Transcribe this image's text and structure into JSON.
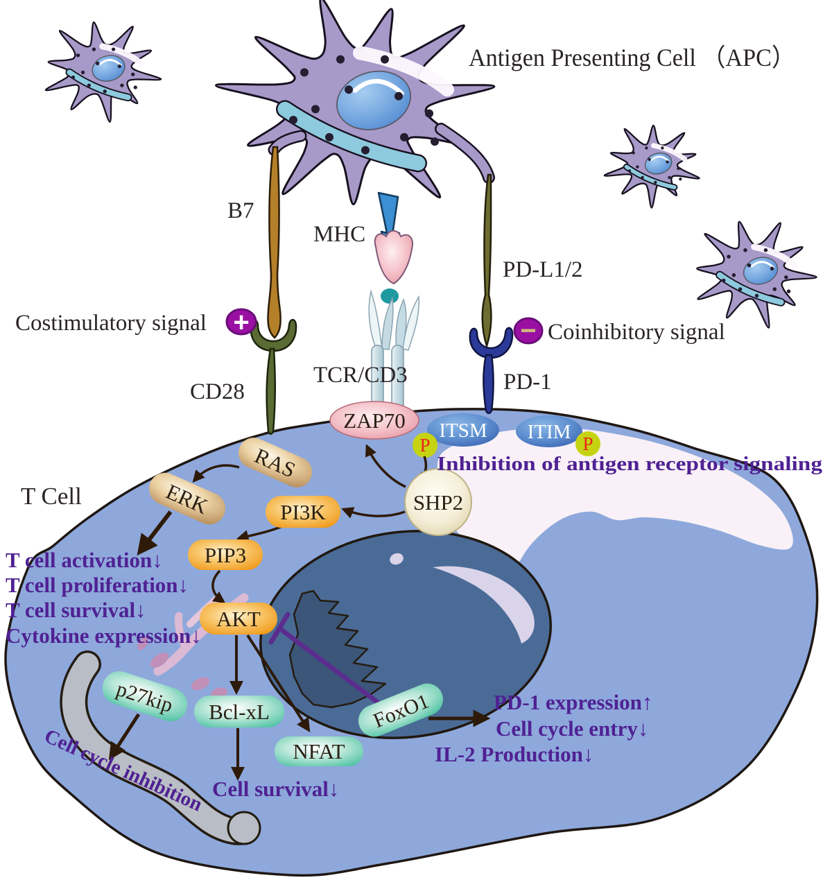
{
  "title": "Antigen Presenting Cell （APC）",
  "labels": {
    "b7": "B7",
    "mhc": "MHC",
    "tcr_cd3": "TCR/CD3",
    "cd28": "CD28",
    "pd_l12": "PD-L1/2",
    "pd_1": "PD-1",
    "t_cell": "T  Cell",
    "costimulatory": "Costimulatory signal",
    "coinhibitory": "Coinhibitory signal",
    "inhibition": "Inhibition of antigen receptor signaling"
  },
  "molecules": {
    "zap70": "ZAP70",
    "itsm": "ITSM",
    "itim": "ITIM",
    "phospho": "P",
    "shp2": "SHP2",
    "ras": "RAS",
    "erk": "ERK",
    "pi3k": "PI3K",
    "pip3": "PIP3",
    "akt": "AKT",
    "p27kip": "p27kip",
    "bcl_xl": "Bcl-xL",
    "nfat": "NFAT",
    "foxo1": "FoxO1"
  },
  "outcomes": {
    "activation": "T cell activation↓",
    "proliferation": "T cell proliferation↓",
    "survival": "T cell survival↓",
    "cytokine": "Cytokine expression↓",
    "cell_cycle_inhibition": "Cell cycle inhibition",
    "cell_survival": "Cell survival↓",
    "pd1_expression": "PD-1 expression↑",
    "cell_cycle_entry": "Cell cycle entry↓",
    "il2_production": "IL-2 Production↓"
  },
  "icons": {
    "plus_icon": "+",
    "minus_icon": "−"
  },
  "colors": {
    "t_cell_fill": "#8ea8db",
    "apc_fill": "#a79ac9",
    "nucleus_fill": "#4b6b97",
    "chromatin_fill": "#3b5679",
    "purple_text": "#4f2193",
    "arrow_brown": "#2e1a08",
    "inhibit_bar_purple": "#5b2d8e",
    "orange_pill": "#ef930d",
    "tan_pill": "#bb9260",
    "green_pill": "#44bf9e",
    "zap70_pink": "#e2909d",
    "motif_blue": "#3a62b2",
    "phospho_yellow": "#c6d312",
    "signal_magenta": "#9a10a2",
    "b7_brown": "#b5802a",
    "cd28_olive": "#5a6b33",
    "pd_l_olive": "#6f6c31",
    "pd1_navy": "#2b3a99",
    "mhc_blue": "#3b8fd2",
    "antigen_pink": "#f2a8b4",
    "peptide_teal": "#1f9aa0",
    "ribbon_gray": "#b9bdc5"
  }
}
